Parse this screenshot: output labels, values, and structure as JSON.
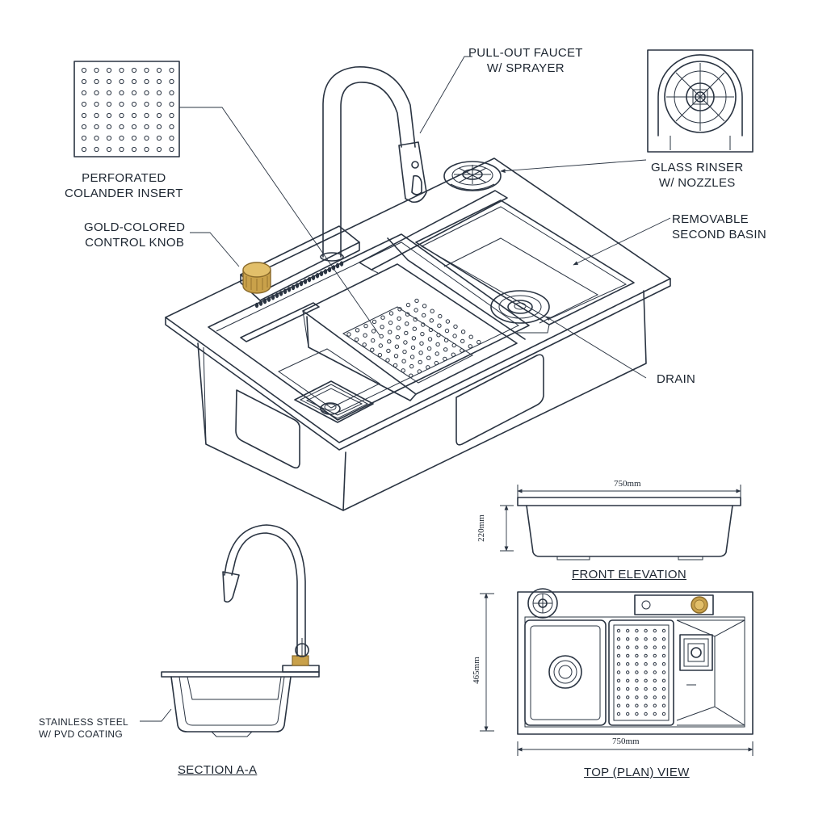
{
  "labels": {
    "pull_out_faucet": [
      "PULL-OUT FAUCET",
      "W/ SPRAYER"
    ],
    "perforated_colander": [
      "PERFORATED",
      "COLANDER INSERT"
    ],
    "control_knob": [
      "GOLD-COLORED",
      "CONTROL KNOB"
    ],
    "glass_rinser": [
      "GLASS RINSER",
      "W/ NOZZLES"
    ],
    "second_basin": [
      "REMOVABLE",
      "SECOND BASIN"
    ],
    "drain": "DRAIN",
    "material": [
      "STAINLESS STEEL",
      "W/ PVD COATING"
    ]
  },
  "views": {
    "front_elevation": "FRONT ELEVATION",
    "section": "SECTION A-A",
    "top_view": "TOP (PLAN) VIEW"
  },
  "dimensions": {
    "front_width": "750mm",
    "front_height": "220mm",
    "plan_width": "750mm",
    "plan_depth": "465mm"
  },
  "colors": {
    "line": "#2a3442",
    "gold": "#c9a14a",
    "gold_dark": "#8a6a2a"
  }
}
